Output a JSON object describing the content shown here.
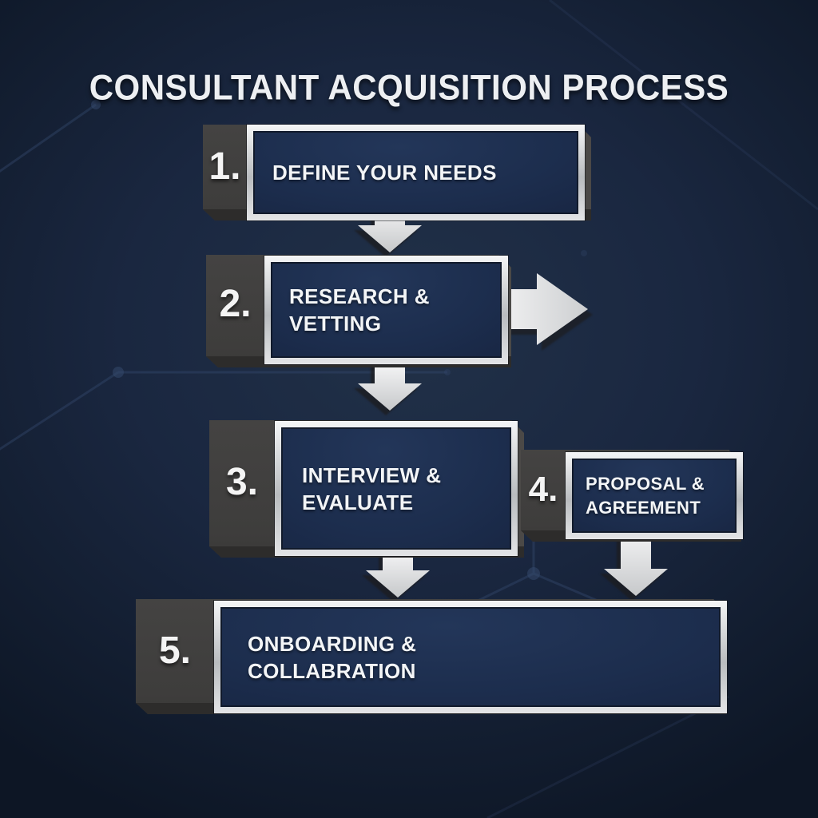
{
  "title": "CONSULTANT ACQUISITION PROCESS",
  "steps": [
    {
      "number": "1.",
      "line1": "DEFINE YOUR NEEDS",
      "line2": ""
    },
    {
      "number": "2.",
      "line1": "RESEARCH &",
      "line2": "VETTING"
    },
    {
      "number": "3.",
      "line1": "INTERVIEW &",
      "line2": "EVALUATE"
    },
    {
      "number": "4.",
      "line1": "PROPOSAL &",
      "line2": "AGREEMENT"
    },
    {
      "number": "5.",
      "line1": "ONBOARDING &",
      "line2": "COLLABRATION"
    }
  ],
  "icons": {
    "down_arrows": "down-arrow-icon",
    "right_arrow": "right-arrow-icon",
    "connector": "step-connector"
  },
  "colors": {
    "background_navy": "#16233a",
    "panel_fill_navy": "#1d2f4f",
    "frame_silver": "#d9dadb",
    "slab_gray": "#3f3e3e",
    "depth_gray": "#2d2c2b",
    "text_white": "#f3f5f7",
    "constellation_line": "#34496b"
  }
}
